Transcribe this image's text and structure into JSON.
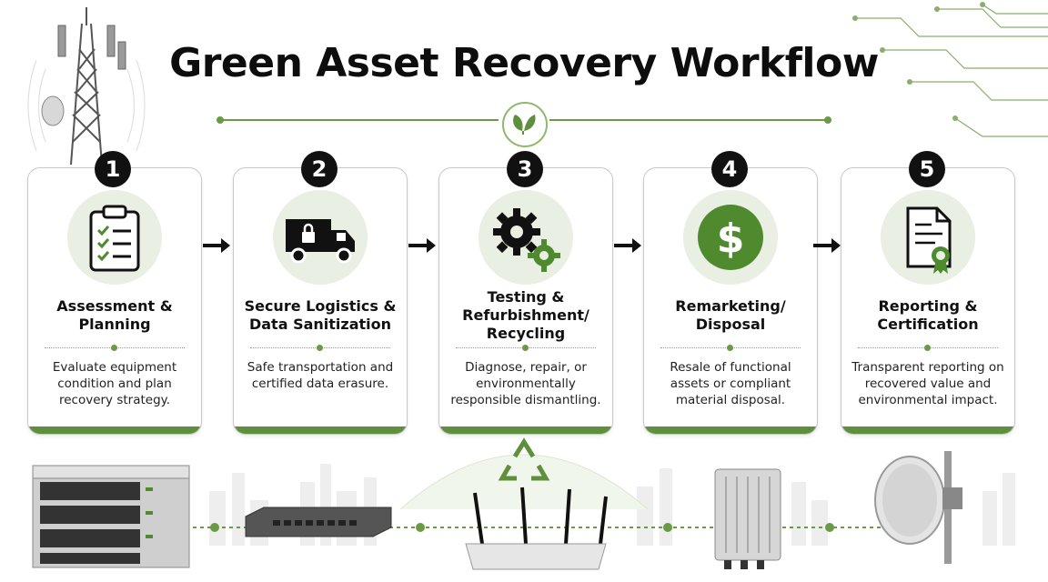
{
  "title": "Green Asset Recovery Workflow",
  "colors": {
    "accent": "#5f8f3c",
    "light_accent": "#e9efe3",
    "badge": "#111111"
  },
  "header_icon": "leaf-icon",
  "steps": [
    {
      "number": "1",
      "title": "Assessment & Planning",
      "title_lines": [
        "Assessment &",
        "Planning"
      ],
      "description": "Evaluate equipment condition and plan recovery strategy.",
      "icon": "clipboard-checklist-icon"
    },
    {
      "number": "2",
      "title": "Secure Logistics & Data Sanitization",
      "title_lines": [
        "Secure Logistics &",
        "Data Sanitization"
      ],
      "description": "Safe transportation and certified data erasure.",
      "icon": "locked-truck-icon"
    },
    {
      "number": "3",
      "title": "Testing & Refurbishment/ Recycling",
      "title_lines": [
        "Testing &",
        "Refurbishment/",
        "Recycling"
      ],
      "description": "Diagnose, repair, or environmentally responsible dismantling.",
      "icon": "gears-icon"
    },
    {
      "number": "4",
      "title": "Remarketing/ Disposal",
      "title_lines": [
        "Remarketing/",
        "Disposal"
      ],
      "description": "Resale of functional assets or compliant material disposal.",
      "icon": "dollar-icon"
    },
    {
      "number": "5",
      "title": "Reporting & Certification",
      "title_lines": [
        "Reporting &",
        "Certification"
      ],
      "description": "Transparent reporting on recovered value and environmental impact.",
      "icon": "certificate-document-icon"
    }
  ],
  "equipment_icons": [
    "server-rack-icon",
    "network-switch-icon",
    "wifi-router-icon",
    "outdoor-radio-unit-icon",
    "dish-antenna-icon"
  ],
  "decor_icons": [
    "cell-tower-icon",
    "circuit-lines-icon",
    "recycle-icon",
    "city-skyline-icon"
  ]
}
